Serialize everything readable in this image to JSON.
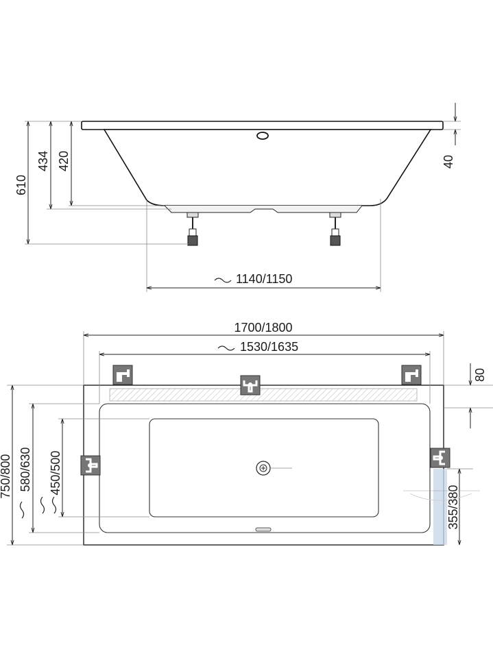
{
  "side_view": {
    "dims": {
      "overall_height": "610",
      "height_a": "434",
      "height_b": "420",
      "rim_thickness": "40",
      "bottom_length": "1140/1150"
    }
  },
  "top_view": {
    "dims": {
      "length_outer": "1700/1800",
      "length_inner": "1530/1635",
      "width_outer": "750/800",
      "width_mid": "580/630",
      "width_inner": "450/500",
      "rim_offset": "80",
      "drain_offset": "355/380"
    },
    "icons": {
      "faucet_left": "faucet-icon",
      "faucet_right": "faucet-icon",
      "valve_center": "valve-icon",
      "valve_left": "valve-icon",
      "valve_right": "valve-icon"
    }
  }
}
